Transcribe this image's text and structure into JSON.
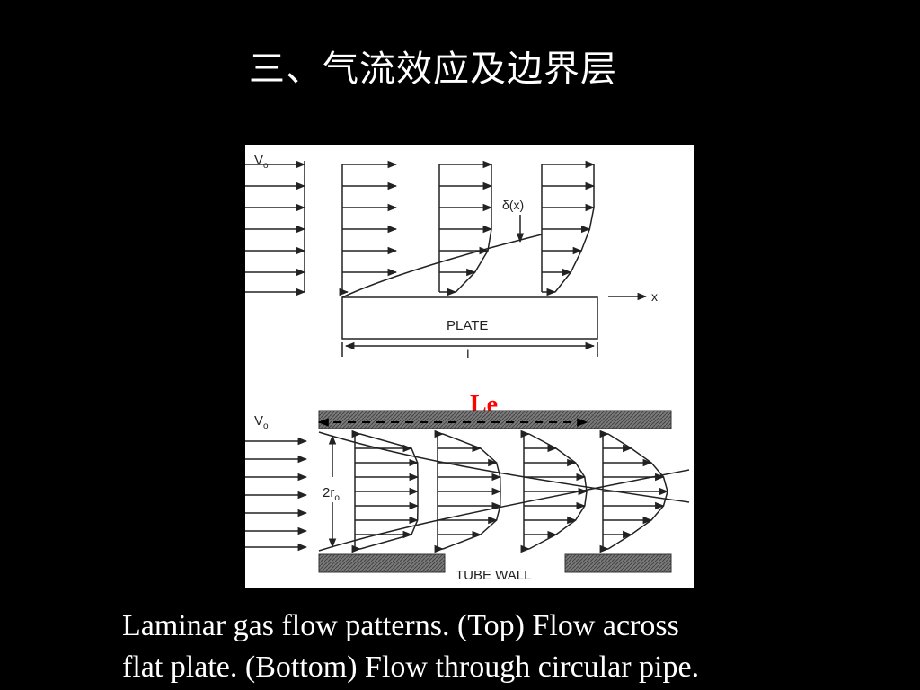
{
  "slide": {
    "title": "三、气流效应及边界层",
    "caption_lines": [
      "Laminar gas flow patterns. (Top) Flow across",
      "flat plate. (Bottom) Flow through circular pipe."
    ]
  },
  "diagram": {
    "top": {
      "velocity_label": "V",
      "velocity_subscript": "o",
      "delta_label": "δ(x)",
      "axis_label": "x",
      "plate_label": "PLATE",
      "length_label": "L"
    },
    "bottom": {
      "entry_length_label": "Le",
      "entry_length_color": "#ff0000",
      "velocity_label": "V",
      "velocity_subscript": "o",
      "diameter_label": "2r",
      "diameter_subscript": "o",
      "wall_label": "TUBE WALL"
    }
  }
}
